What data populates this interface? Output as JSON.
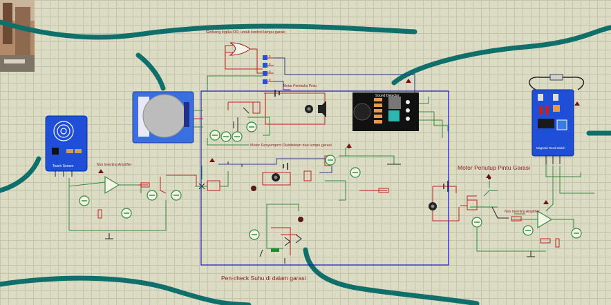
{
  "labels": {
    "or_gate": "Gerbang logika OR, untuk kontrol lampu garasi",
    "motor_open": "Motor Pembuka Pintu",
    "sound_title": "Sound Detector",
    "motor_spray": "Motor Penyemprot Disinfektan dan lampu garasi",
    "non_inv_left": "Non Inverting Amplifier",
    "non_inv_right": "Non Inverting Amplifier",
    "motor_close": "Motor Penutup Pintu Garasi",
    "temp_check": "Pen-check Suhu di dalam garasi",
    "touch_sensor": "Touch Sensor",
    "magnetic_switch": "Magnetic Reed Switch"
  },
  "colors": {
    "background": "#dcdcc4",
    "grid": "#c4c4ac",
    "wire_green": "#2e8b3a",
    "wire_red": "#c81e1e",
    "wire_blue": "#2a3a8a",
    "cable_teal": "#0f6f6a",
    "frame_blue": "#1a1acc",
    "module_blue": "#1e4fd6"
  }
}
